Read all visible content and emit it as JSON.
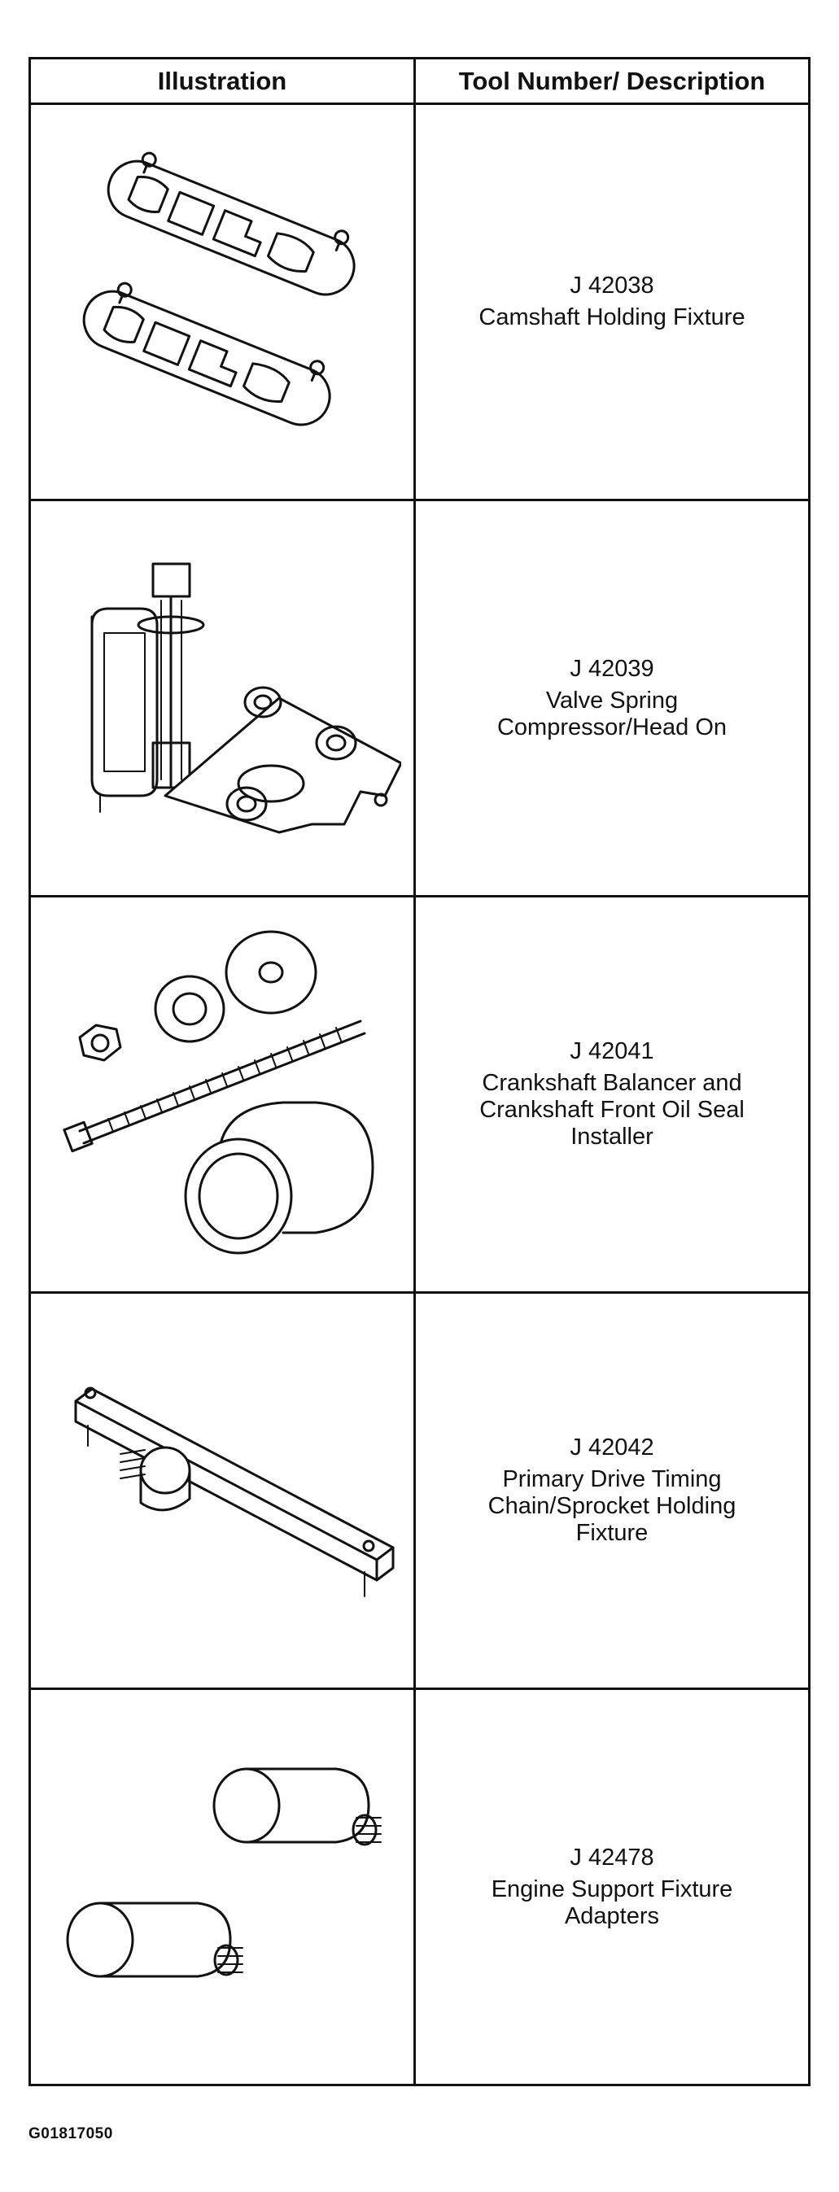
{
  "table": {
    "headers": {
      "illustration": "Illustration",
      "tool": "Tool Number/ Description"
    },
    "rows": [
      {
        "number": "J 42038",
        "description": "Camshaft Holding Fixture",
        "icon": "camshaft-holding-fixture-illustration"
      },
      {
        "number": "J 42039",
        "description": "Valve Spring\nCompressor/Head On",
        "icon": "valve-spring-compressor-illustration"
      },
      {
        "number": "J 42041",
        "description": "Crankshaft Balancer and\nCrankshaft Front Oil Seal\nInstaller",
        "icon": "balancer-seal-installer-illustration"
      },
      {
        "number": "J 42042",
        "description": "Primary Drive Timing\nChain/Sprocket Holding\nFixture",
        "icon": "timing-chain-holding-fixture-illustration"
      },
      {
        "number": "J 42478",
        "description": "Engine Support Fixture\nAdapters",
        "icon": "engine-support-adapters-illustration"
      }
    ]
  },
  "figure_code": "G01817050"
}
